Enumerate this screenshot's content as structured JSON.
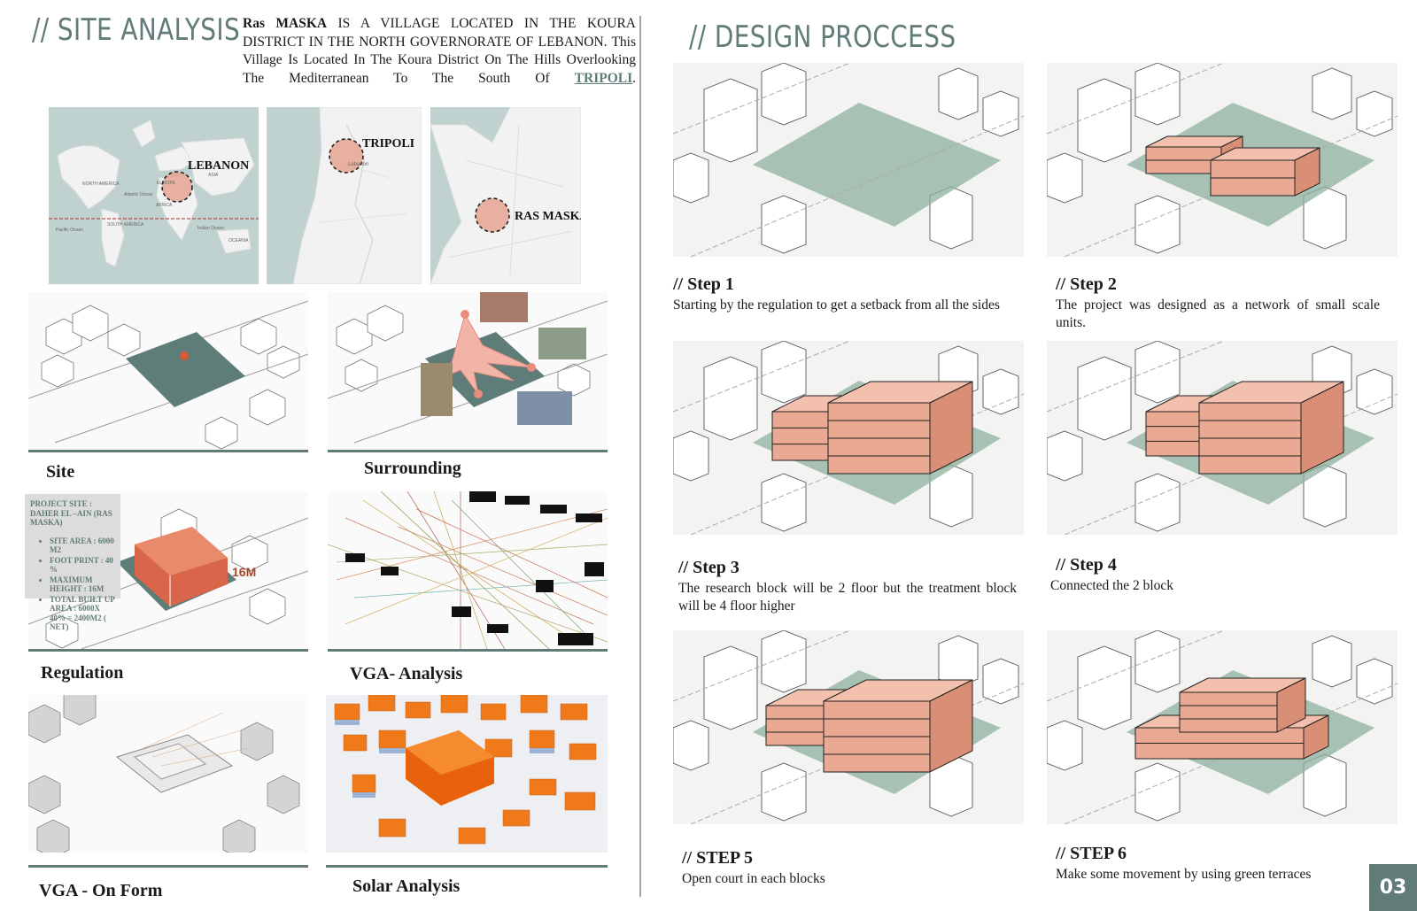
{
  "site_analysis": {
    "title": "// SITE ANALYSIS",
    "intro_name": "Ras MASKA",
    "intro_text": " IS A VILLAGE LOCATED IN THE KOURA DISTRICT IN THE NORTH GOVERNORATE OF LEBANON. This Village Is Located In The Koura District On The Hills Overlooking The Mediterranean To The South Of ",
    "intro_link": "TRIPOLI",
    "intro_end": ".",
    "maps": {
      "world_label": "LEBANON",
      "world_small": [
        "NORTH AMERICA",
        "Atlantic Ocean",
        "EUROPE",
        "ASIA",
        "AFRICA",
        "Pacific Ocean",
        "SOUTH AMERICA",
        "Indian Ocean",
        "OCEANIA"
      ],
      "region_label": "TRIPOLI",
      "region_small": "Lebanon",
      "local_label": "RAS MASKA"
    },
    "panels": [
      {
        "caption": "Site"
      },
      {
        "caption": "Surrounding"
      },
      {
        "caption": "Regulation"
      },
      {
        "caption": "VGA-  Analysis"
      },
      {
        "caption": "VGA - On Form"
      },
      {
        "caption": "Solar Analysis"
      }
    ],
    "regulation": {
      "heading": "PROJECT SITE : DAHER EL –AIN (RAS MASKA)",
      "items": [
        "SITE AREA : 6000 M2",
        "FOOT PRINT : 40 %",
        "MAXIMUM HEIGHT : 16M",
        "TOTAL BUILT UP AREA : 6000X 40% = 2400M2 ( NET)"
      ],
      "height_tag": "16M"
    }
  },
  "design_process": {
    "title": "//  DESIGN PROCCESS",
    "steps": [
      {
        "heading": "// Step 1",
        "text": "Starting by the regulation to get a setback from all the sides"
      },
      {
        "heading": "// Step 2",
        "text": "The project was designed as a network of small scale units."
      },
      {
        "heading": "// Step 3",
        "text": "The research block will be 2 floor but the treatment block will be 4 floor higher"
      },
      {
        "heading": "// Step 4",
        "text": "Connected the 2 block"
      },
      {
        "heading": "// STEP 5",
        "text": "Open court in each blocks"
      },
      {
        "heading": "// STEP 6",
        "text": "Make some movement by using green terraces"
      }
    ]
  },
  "page_number": "03",
  "colors": {
    "accent": "#617b78",
    "salmon": "#e9a992",
    "green": "#8fb0a0",
    "orange": "#f07a1a"
  }
}
